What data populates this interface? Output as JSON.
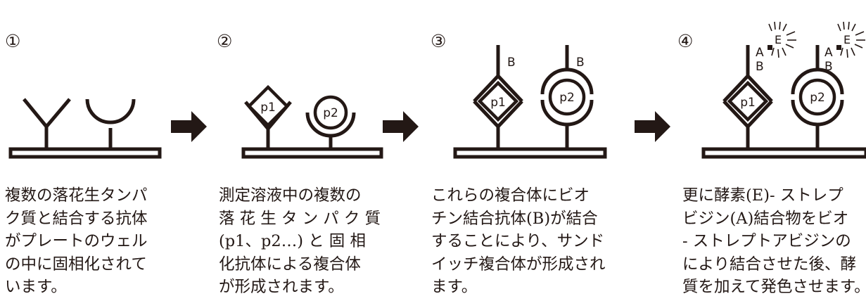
{
  "colors": {
    "ink": "#231815",
    "background": "#ffffff"
  },
  "steps": [
    {
      "number": "①",
      "text": "複数の落花生タンパ\nク質と結合する抗体\nがプレートのウェル\nの中に固相化されて\nいます。"
    },
    {
      "number": "②",
      "text": "測定溶液中の複数の\n落 花 生 タ ン パ ク 質\n(p1、p2…) と 固 相\n化抗体による複合体\nが形成されます。",
      "labels": {
        "p1": "p1",
        "p2": "p2"
      }
    },
    {
      "number": "③",
      "text": "これらの複合体にビオ\nチン結合抗体(B)が結合\nすることにより、サンド\nイッチ複合体が形成され\nます。",
      "labels": {
        "p1": "p1",
        "p2": "p2",
        "b": "B"
      }
    },
    {
      "number": "④",
      "text": "更に酵素(E)- ストレプ\nビジン(A)結合物をビオ\n- ストレプトアビジンの\nにより結合させた後、酵\n質を加えて発色させます。",
      "labels": {
        "p1": "p1",
        "p2": "p2",
        "b": "B",
        "a": "A",
        "e": "E"
      }
    }
  ],
  "arrow_icon": "right-arrow-icon"
}
